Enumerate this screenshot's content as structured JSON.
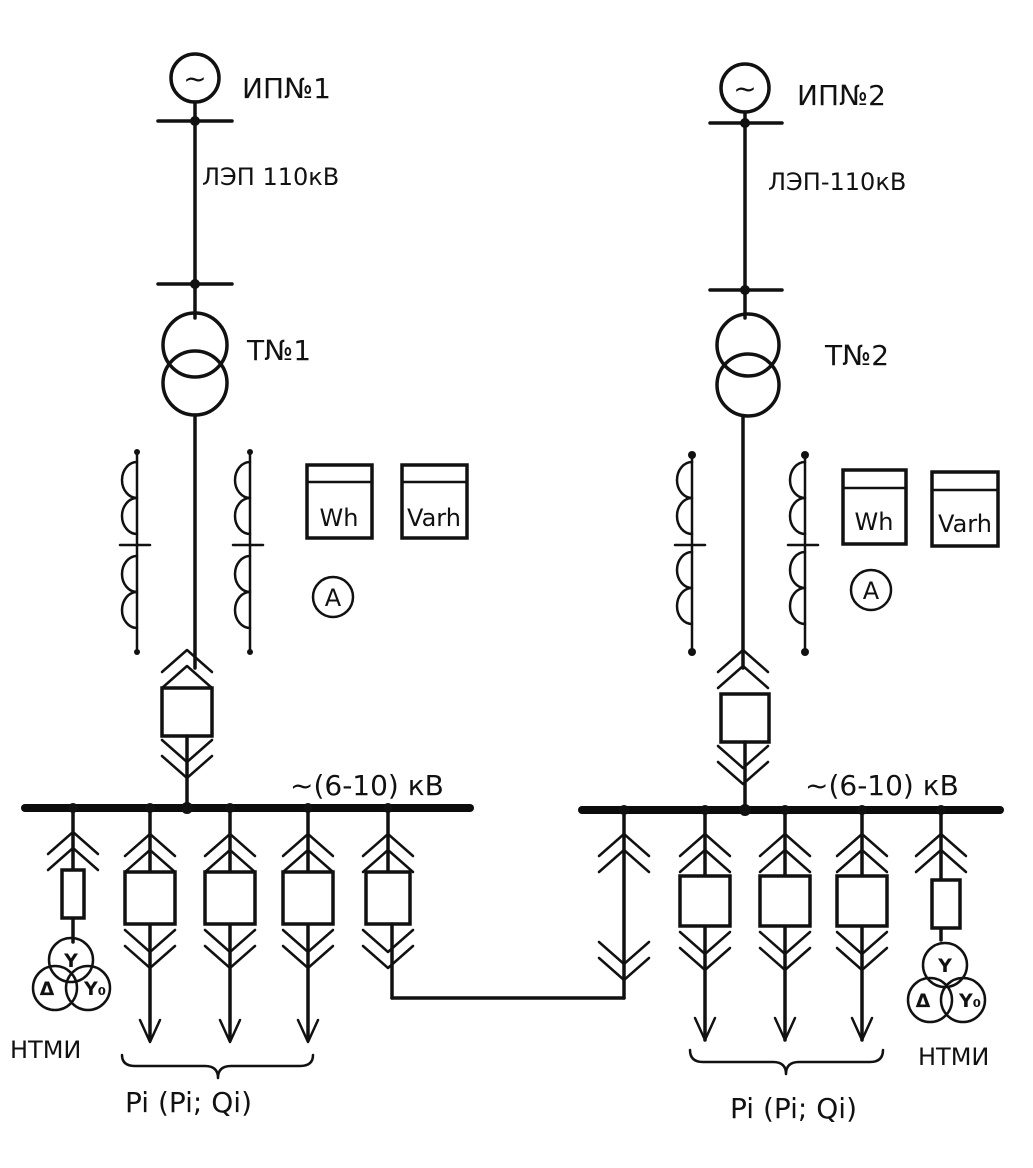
{
  "left": {
    "source_symbol": "~",
    "source_label": "ИП№1",
    "line_label": "ЛЭП 110кВ",
    "transformer_label": "Т№1",
    "meter_wh": "Wh",
    "meter_varh": "Varh",
    "ammeter": "A",
    "bus_label": "~(6-10) кВ",
    "vt_label": "НТМИ",
    "vt_symbols": [
      "Y",
      "Δ",
      "Y₀"
    ],
    "load_label": "Pi (Pi; Qi)"
  },
  "right": {
    "source_symbol": "~",
    "source_label": "ИП№2",
    "line_label": "ЛЭП-110кВ",
    "transformer_label": "Т№2",
    "meter_wh": "Wh",
    "meter_varh": "Varh",
    "ammeter": "A",
    "bus_label": "~(6-10) кВ",
    "vt_label": "НТМИ",
    "vt_symbols": [
      "Y",
      "Δ",
      "Y₀"
    ],
    "load_label": "Pi (Pi; Qi)"
  }
}
